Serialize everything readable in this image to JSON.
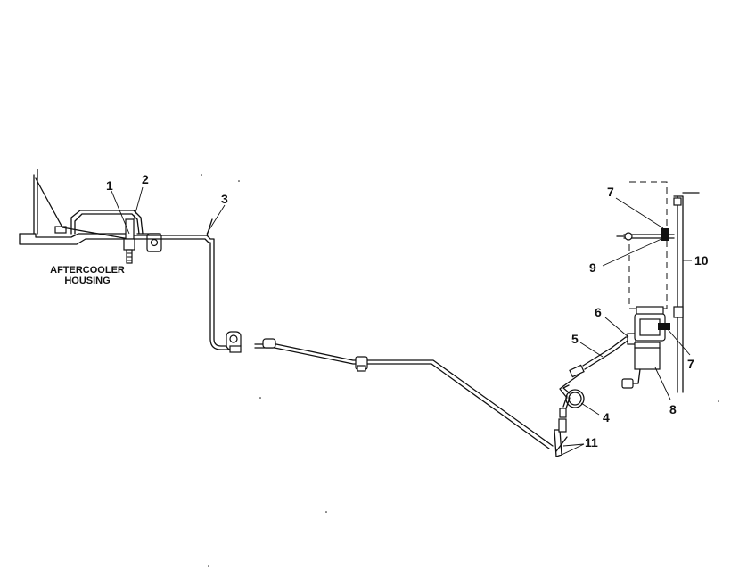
{
  "labels": {
    "aftercooler_line1": "AFTERCOOLER",
    "aftercooler_line2": "HOUSING"
  },
  "callouts": [
    "1",
    "2",
    "3",
    "4",
    "5",
    "6",
    "7",
    "7",
    "8",
    "9",
    "10",
    "11"
  ]
}
